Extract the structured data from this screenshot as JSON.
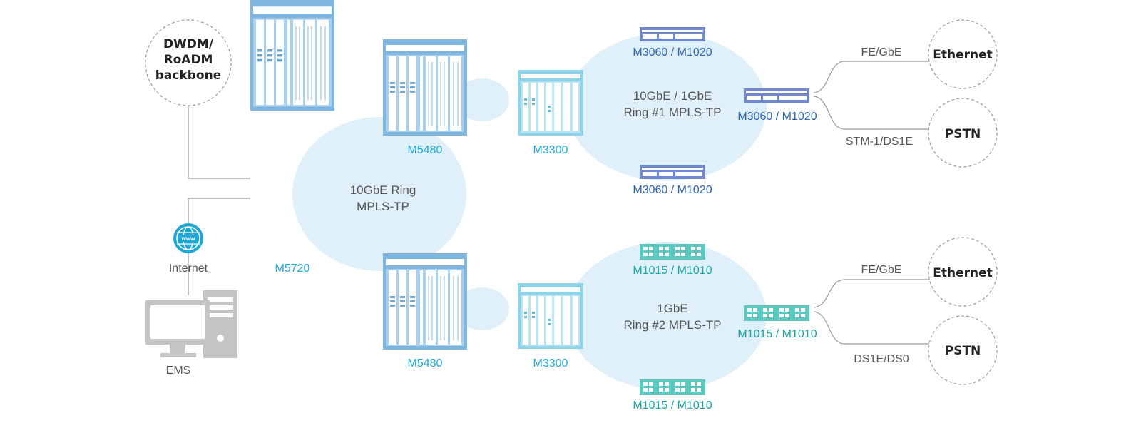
{
  "backbone": {
    "lines": [
      "DWDM/",
      "RoADM",
      "backbone"
    ]
  },
  "internet_label": "Internet",
  "ems_label": "EMS",
  "devices": {
    "core": "M5720",
    "agg_top": "M5480",
    "agg_bottom": "M5480",
    "access_top": "M3300",
    "access_bottom": "M3300",
    "ring1_top": "M3060 / M1020",
    "ring1_right": "M3060 / M1020",
    "ring1_bottom": "M3060 / M1020",
    "ring2_top": "M1015 / M1010",
    "ring2_right": "M1015 / M1010",
    "ring2_bottom": "M1015 / M1010"
  },
  "rings": {
    "main": [
      "10GbE Ring",
      "MPLS-TP"
    ],
    "ring1": [
      "10GbE / 1GbE",
      "Ring #1 MPLS-TP"
    ],
    "ring2": [
      "1GbE",
      "Ring #2 MPLS-TP"
    ]
  },
  "endpoints": {
    "top_ethernet": "Ethernet",
    "top_pstn": "PSTN",
    "bottom_ethernet": "Ethernet",
    "bottom_pstn": "PSTN"
  },
  "links": {
    "top_eth": "FE/GbE",
    "top_pstn": "STM-1/DS1E",
    "bottom_eth": "FE/GbE",
    "bottom_pstn": "DS1E/DS0"
  },
  "colors": {
    "ring_fill": "#dff0fa",
    "chassis_blue": "#7fb6e0",
    "chassis_cyan": "#8fd3ea",
    "switch_navy": "#6f88cf",
    "switch_teal": "#5cc9c1",
    "label_cyan": "#1ea7d6",
    "label_navy": "#2b63b5",
    "label_teal": "#16a8a1"
  }
}
